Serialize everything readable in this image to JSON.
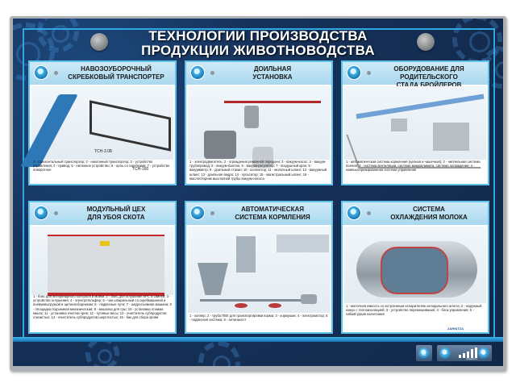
{
  "poster": {
    "title_line1": "ТЕХНОЛОГИИ ПРОИЗВОДСТВА",
    "title_line2": "ПРОДУКЦИИ ЖИВОТНОВОДСТВА",
    "colors": {
      "background": "#16325c",
      "frame_accent": "#2fa7e0",
      "card_header": "#a9d8ef",
      "board_edge": "#adb0b4"
    }
  },
  "cards": [
    {
      "title_line1": "НАВОЗОУБОРОЧНЫЙ",
      "title_line2": "СКРЕБКОВЫЙ ТРАНСПОРТЕР",
      "labels": [
        "ТСН-3.0Б",
        "ТСН-160"
      ],
      "caption": "1 - горизонтальный транспортер; 2 - наклонный транспортер; 3 - устройство управления; 4 - привод; 5 - натяжное устройство; 6 - цепь со скребками; 7 - устройство поворотное"
    },
    {
      "title_line1": "ДОИЛЬНАЯ",
      "title_line2": "УСТАНОВКА",
      "caption": "1 - электродвигатель; 2 - ограждения ременной передачи; 3 - вакуум-насос; 4 - вакуум-трубопровод; 5 - вакуум-баллон; 6 - вакуум-регулятор; 7 - воздушный кран; 8 - вакуумметр; 9 - доильный стакан; 10 - коллектор; 11 - молочный шланг; 12 - вакуумный шланг; 13 - доильное ведро; 14 - пульсатор; 15 - магистральный шланг; 16 - маслосборник выхлопной трубы вакуум-насоса"
    },
    {
      "title_line1": "ОБОРУДОВАНИЕ ДЛЯ РОДИТЕЛЬСКОГО",
      "title_line2": "СТАДА БРОЙЛЕРОВ",
      "caption": "1 - автоматическая система кормления (цепная и чашечная); 2 - ниппельная система поения; 3 - система вентиляции, система микроклимата, система охлаждения; 4 - компьютеризированная система управления"
    },
    {
      "title_line1": "МОДУЛЬНЫЙ ЦЕХ",
      "title_line2": "ДЛЯ УБОЯ СКОТА",
      "caption": "1 - бокс для ветеринарного контроля и мойки; 2 - бокс для оглушения КРС и свиней; 3 - устройство оглушения; 4 - электротельфер; 5 - чан шпарильный со скребмашиной и пневмовыгрузкой и щетиносборником; 6 - подвесные пути; 7 - шкуросъемная машина; 8 - площадка подъемная механическая; 9 - вешалка для туш; 10 - установка отжима кишок; 11 - установка очистки чрев; 12 - путевые весы; 13 - очиститель субпродуктов слизистых; 14 - очиститель субпродуктов шерстистых; 15 - бак для сбора крови"
    },
    {
      "title_line1": "АВТОМАТИЧЕСКАЯ",
      "title_line2": "СИСТЕМА КОРМЛЕНИЯ",
      "caption": "1 - хоппер; 2 - труба ПВХ для транспортировки корма; 3 - кормушки; 4 - электромотор; 5 - подвесная система; 6 - антинасест"
    },
    {
      "title_line1": "СИСТЕМА",
      "title_line2": "ОХЛАЖДЕНИЯ МОЛОКА",
      "caption": "1 - молочная емкость со встроенным испарителем холодильного агента; 2 - наружный кожух с теплоизоляцией; 3 - устройство перемешивания; 4 - блок управления; 5 - гибкий рукав нагнетания",
      "logo": "ZARNITZA"
    }
  ],
  "controls": {
    "home_icon": "home-icon",
    "zoom_out": "−",
    "zoom_in": "+",
    "volume_label": "громкость"
  }
}
